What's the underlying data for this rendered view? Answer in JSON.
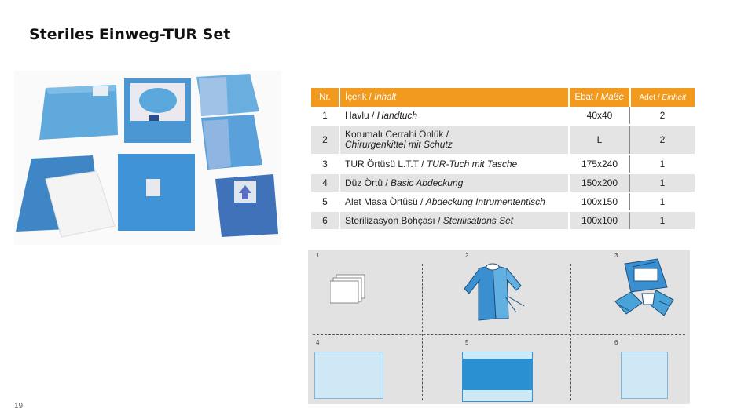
{
  "title": "Steriles Einweg-TUR Set",
  "page_number": "19",
  "table": {
    "headers": {
      "nr": "Nr.",
      "content_tr": "İçerik",
      "content_de": "Inhalt",
      "size_tr": "Ebat",
      "size_de": "Maße",
      "qty_tr": "Adet",
      "qty_de": "Einheit",
      "sep": " / "
    },
    "rows": [
      {
        "nr": "1",
        "tr": "Havlu",
        "de": "Handtuch",
        "size": "40x40",
        "qty": "2"
      },
      {
        "nr": "2",
        "tr": "Korumalı Cerrahi Önlük /",
        "de": "Chirurgenkittel mit Schutz",
        "size": "L",
        "qty": "2"
      },
      {
        "nr": "3",
        "tr": "TUR Örtüsü L.T.T",
        "de": "TUR-Tuch mit Tasche",
        "size": "175x240",
        "qty": "1"
      },
      {
        "nr": "4",
        "tr": "Düz Örtü",
        "de": "Basic Abdeckung",
        "size": "150x200",
        "qty": "1"
      },
      {
        "nr": "5",
        "tr": "Alet Masa Örtüsü",
        "de": "Abdeckung Intrumententisch",
        "size": "100x150",
        "qty": "1"
      },
      {
        "nr": "6",
        "tr": "Sterilizasyon Bohçası",
        "de": "Sterilisations Set",
        "size": "100x100",
        "qty": "1"
      }
    ]
  },
  "diagram": {
    "cells": [
      {
        "num": "1",
        "icon": "towel-stack-icon"
      },
      {
        "num": "2",
        "icon": "surgical-gown-icon"
      },
      {
        "num": "3",
        "icon": "tur-drape-icon"
      },
      {
        "num": "4",
        "icon": "basic-drape-icon"
      },
      {
        "num": "5",
        "icon": "table-cover-icon"
      },
      {
        "num": "6",
        "icon": "wrap-icon"
      }
    ]
  },
  "colors": {
    "header_orange": "#f29a1e",
    "drape_blue": "#4aa3d8",
    "light_blue": "#cfe8f6"
  }
}
